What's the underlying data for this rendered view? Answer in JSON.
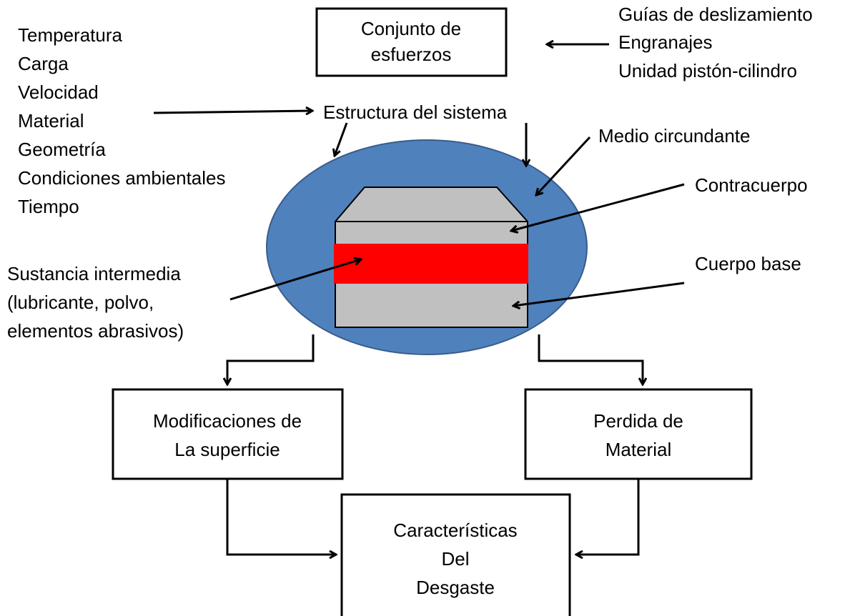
{
  "boxes": {
    "conjunto_esfuerzos": [
      "Conjunto de",
      "esfuerzos"
    ],
    "modificaciones_superficie": [
      "Modificaciones de",
      "La superficie"
    ],
    "perdida_material": [
      "Perdida de",
      "Material"
    ],
    "caracteristicas_desgaste": [
      "Características",
      "Del",
      "Desgaste"
    ]
  },
  "labels": {
    "influences": [
      "Temperatura",
      "Carga",
      "Velocidad",
      "Material",
      "Geometría",
      "Condiciones ambientales",
      "Tiempo"
    ],
    "applications": [
      "Guías de deslizamiento",
      "Engranajes",
      "Unidad pistón-cilindro"
    ],
    "estructura_sistema": "Estructura del sistema",
    "medio_circundante": "Medio circundante",
    "contracuerpo": "Contracuerpo",
    "cuerpo_base": "Cuerpo base",
    "sustancia_intermedia": [
      "Sustancia intermedia",
      "(lubricante, polvo,",
      "elementos abrasivos)"
    ]
  },
  "colors": {
    "medium_ellipse": "#4f81bd",
    "medium_ellipse_stroke": "#385d8a",
    "body_gray": "#c0c0c0",
    "intermediate_layer": "#ff0000",
    "lines": "#000000"
  }
}
